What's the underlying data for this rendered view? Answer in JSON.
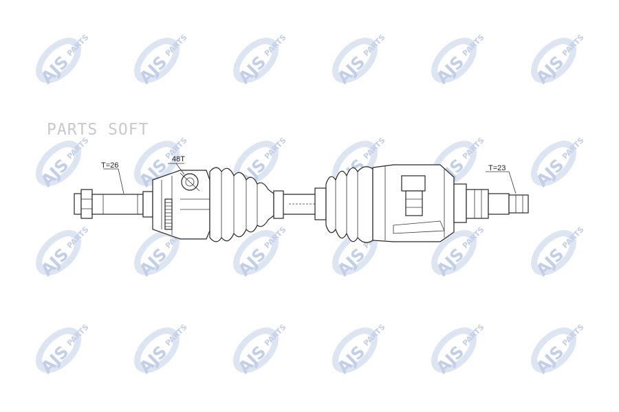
{
  "watermark": {
    "logo_text": "AJS",
    "logo_subtext": "PARTS",
    "overlay_text": "PARTS SOFT"
  },
  "diagram": {
    "label_left_spline": "T=26",
    "label_abs_ring": "48T",
    "label_right_spline": "T=23"
  },
  "colors": {
    "watermark": "#c3cfe7",
    "outline": "#222222",
    "background": "#ffffff"
  }
}
